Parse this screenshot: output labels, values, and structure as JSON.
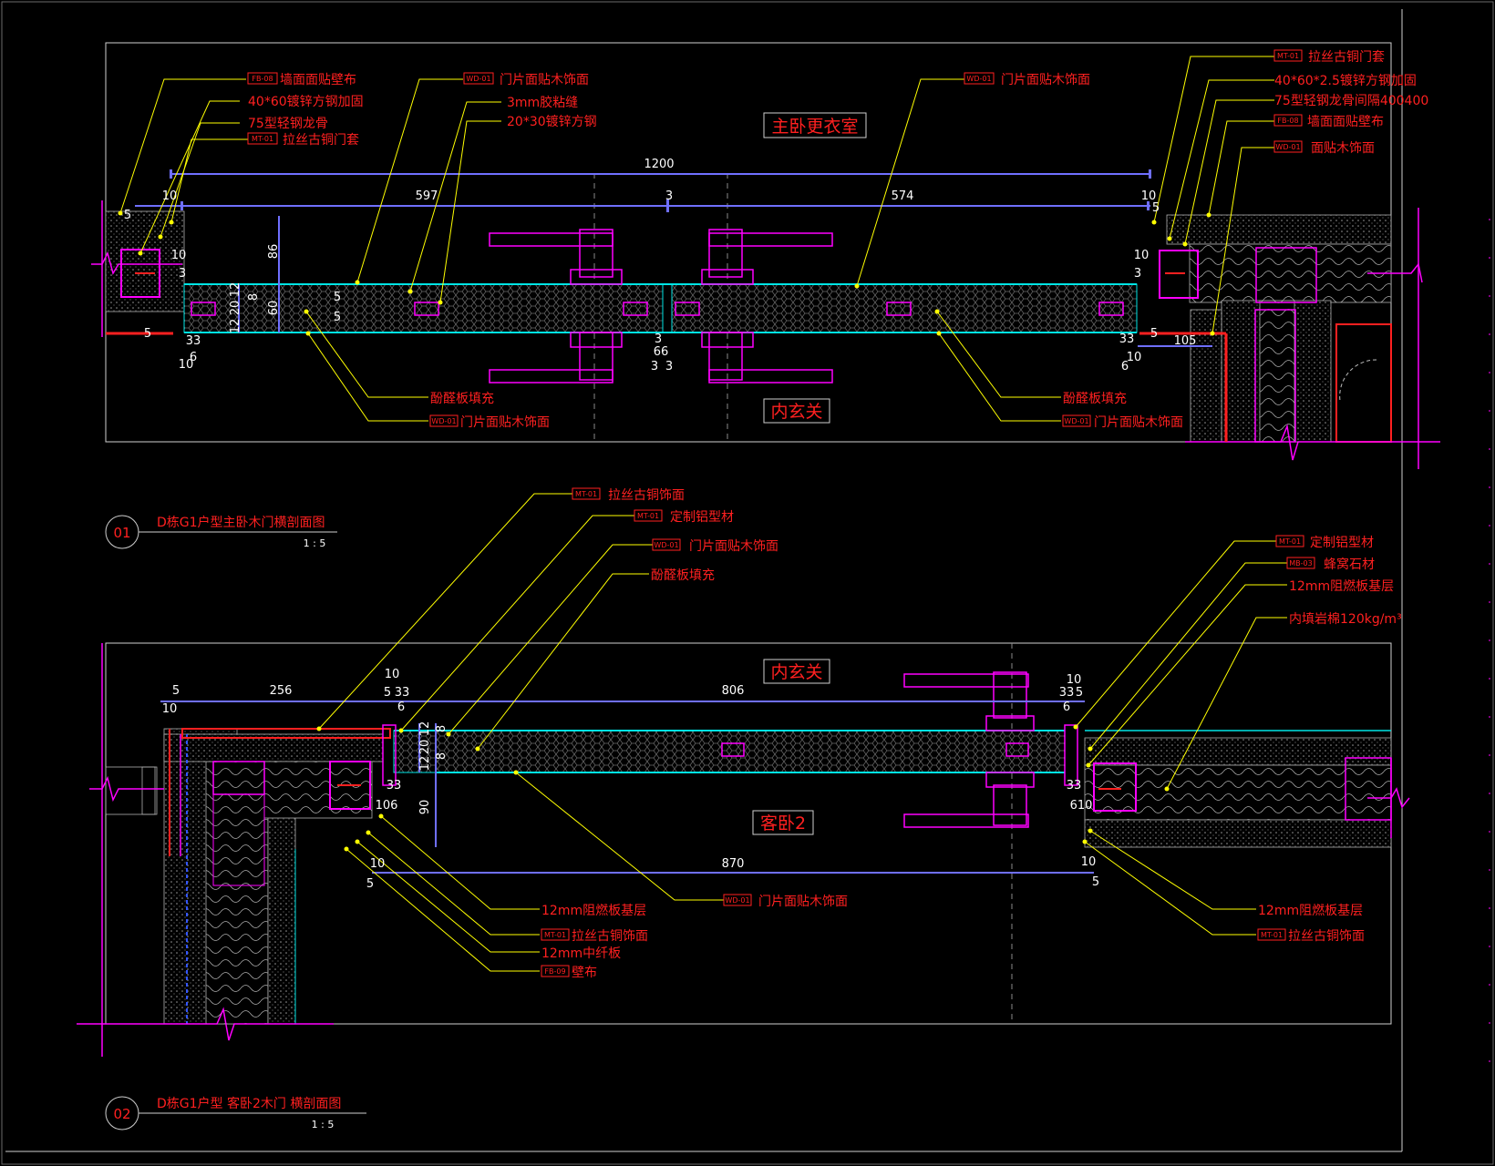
{
  "colors": {
    "background": "#000000",
    "frame": "#cfcfcf",
    "label": "#ff2020",
    "leader": "#ffff00",
    "dimension": "#6f6fff",
    "hardware": "#ff00ff",
    "panel": "#00e5e5",
    "wall": "#b0b0b0"
  },
  "top_section": {
    "rooms": {
      "upper": "主卧更衣室",
      "lower": "内玄关"
    },
    "labels_left": [
      {
        "code": "FB-08",
        "text": "墙面面贴壁布"
      },
      {
        "code": "",
        "text": "40*60镀锌方钢加固"
      },
      {
        "code": "",
        "text": "75型轻钢龙骨"
      },
      {
        "code": "MT-01",
        "text": "拉丝古铜门套"
      }
    ],
    "labels_center": [
      {
        "code": "WD-01",
        "text": "门片面贴木饰面"
      },
      {
        "code": "",
        "text": "3mm胶粘缝"
      },
      {
        "code": "",
        "text": "20*30镀锌方钢"
      }
    ],
    "label_center_right": {
      "code": "WD-01",
      "text": "门片面贴木饰面"
    },
    "labels_right": [
      {
        "code": "MT-01",
        "text": "拉丝古铜门套"
      },
      {
        "code": "",
        "text": "40*60*2.5镀锌方钢加固"
      },
      {
        "code": "",
        "text": "75型轻钢龙骨间隔400400"
      },
      {
        "code": "FB-08",
        "text": "墙面面贴壁布"
      },
      {
        "code": "WD-01",
        "text": "面贴木饰面"
      }
    ],
    "labels_bottom_left": [
      {
        "code": "",
        "text": "酚醛板填充"
      },
      {
        "code": "WD-01",
        "text": "门片面贴木饰面"
      }
    ],
    "labels_bottom_right": [
      {
        "code": "",
        "text": "酚醛板填充"
      },
      {
        "code": "WD-01",
        "text": "门片面贴木饰面"
      }
    ],
    "dims": {
      "overall": "1200",
      "left_leaf": "597",
      "gap": "3",
      "right_leaf": "574",
      "d10": "10",
      "d5": "5",
      "d3": "3",
      "d8": "8",
      "d12": "12",
      "d20": "20",
      "d60": "60",
      "d86": "86",
      "d6": "6",
      "d33": "33",
      "d105": "105",
      "d66": "66"
    },
    "title": {
      "number": "01",
      "text": "D栋G1户型主卧木门横剖面图",
      "scale": "1 : 5"
    }
  },
  "bottom_section": {
    "rooms": {
      "upper": "内玄关",
      "lower": "客卧2"
    },
    "labels_top": [
      {
        "code": "MT-01",
        "text": "拉丝古铜饰面"
      },
      {
        "code": "MT-01",
        "text": "定制铝型材"
      },
      {
        "code": "WD-01",
        "text": "门片面贴木饰面"
      },
      {
        "code": "",
        "text": "酚醛板填充"
      }
    ],
    "labels_right": [
      {
        "code": "MT-01",
        "text": "定制铝型材"
      },
      {
        "code": "MB-03",
        "text": "蜂窝石材"
      },
      {
        "code": "",
        "text": "12mm阻燃板基层"
      },
      {
        "code": "",
        "text": "内填岩棉120kg/m³"
      }
    ],
    "label_center_bottom": {
      "code": "WD-01",
      "text": "门片面贴木饰面"
    },
    "labels_bottom_left": [
      {
        "code": "",
        "text": "12mm阻燃板基层"
      },
      {
        "code": "MT-01",
        "text": "拉丝古铜饰面"
      },
      {
        "code": "",
        "text": "12mm中纤板"
      },
      {
        "code": "FB-09",
        "text": "壁布"
      }
    ],
    "labels_bottom_right": [
      {
        "code": "",
        "text": "12mm阻燃板基层"
      },
      {
        "code": "MT-01",
        "text": "拉丝古铜饰面"
      }
    ],
    "dims": {
      "d5": "5",
      "d10": "10",
      "d256": "256",
      "d33": "33",
      "d806": "806",
      "d12": "12",
      "d20": "20",
      "d8": "8",
      "d90": "90",
      "d6": "6",
      "d870": "870",
      "d106": "106",
      "d610": "610"
    },
    "title": {
      "number": "02",
      "text": "D栋G1户型 客卧2木门 横剖面图",
      "scale": "1 : 5"
    }
  }
}
